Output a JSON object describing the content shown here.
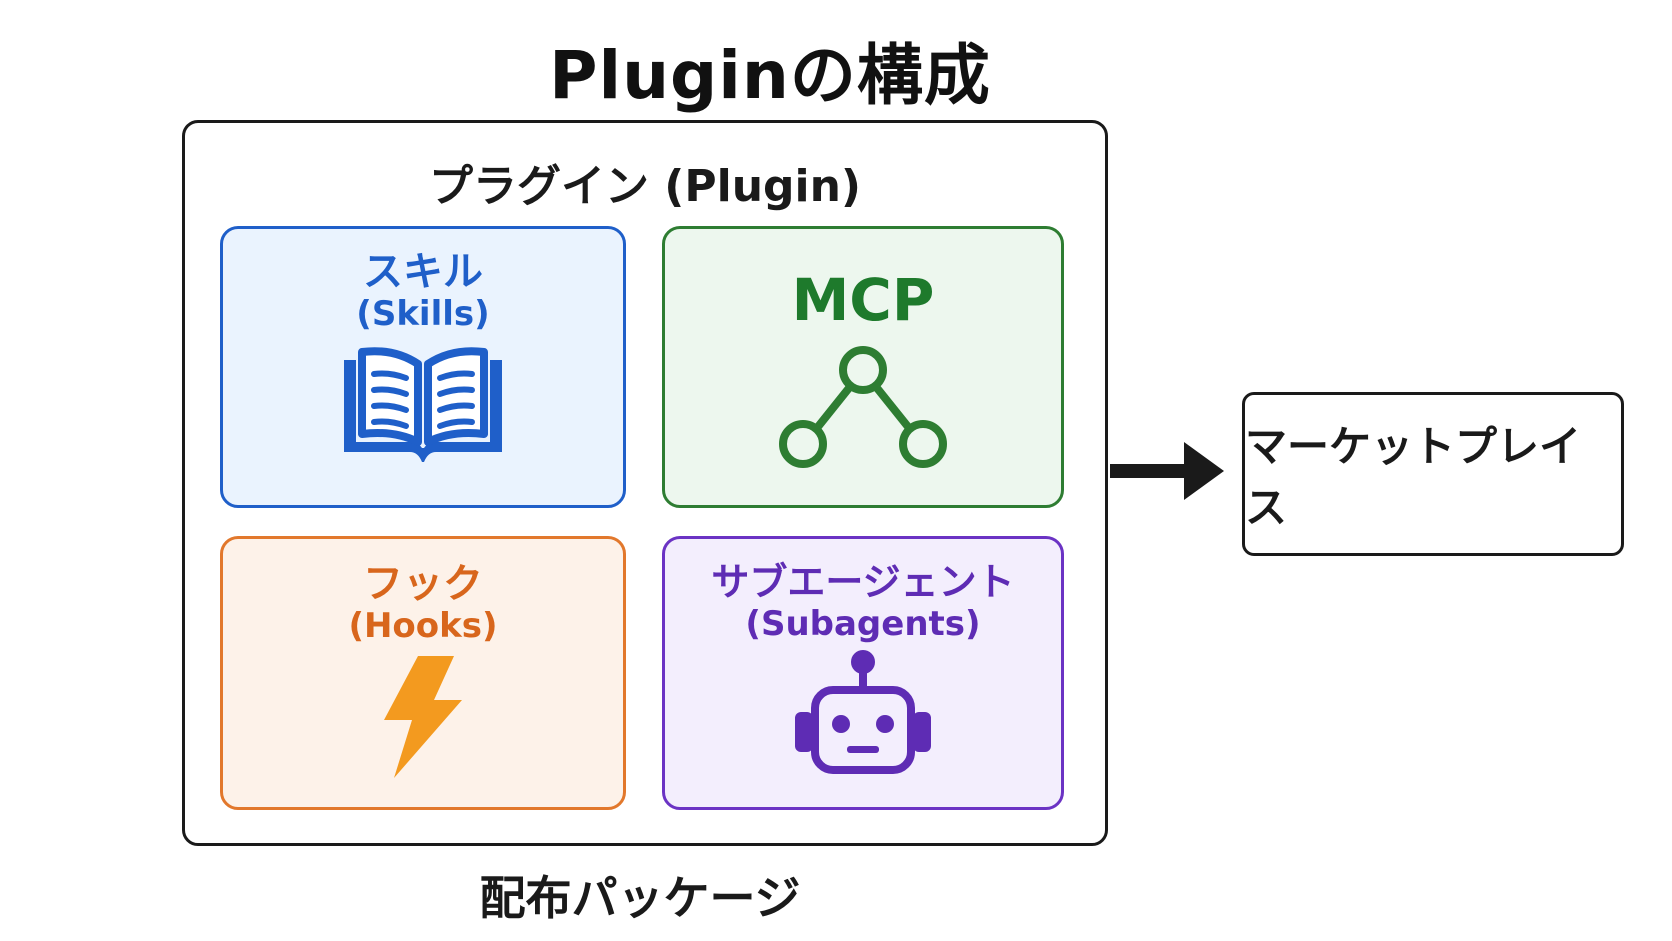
{
  "title": "Pluginの構成",
  "plugin": {
    "title": "プラグイン (Plugin)",
    "components": {
      "skills": {
        "jp": "スキル",
        "en": "(Skills)",
        "icon": "open-book-icon",
        "color": "#1f5fc9"
      },
      "mcp": {
        "label": "MCP",
        "icon": "network-nodes-icon",
        "color": "#2e7d32"
      },
      "hooks": {
        "jp": "フック",
        "en": "(Hooks)",
        "icon": "lightning-bolt-icon",
        "color": "#e2782c"
      },
      "subagents": {
        "jp": "サブエージェント",
        "en": "(Subagents)",
        "icon": "robot-icon",
        "color": "#6b33c4"
      }
    },
    "footer": "配布パッケージ"
  },
  "marketplace": {
    "label": "マーケットプレイス"
  },
  "arrow": {
    "icon": "right-arrow-icon"
  }
}
